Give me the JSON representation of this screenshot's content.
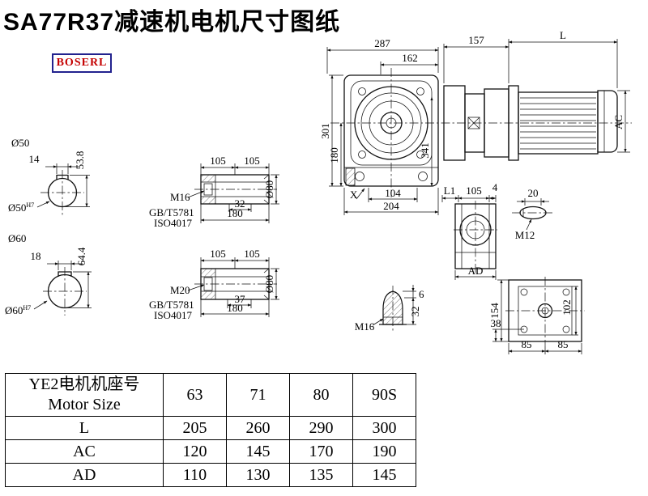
{
  "page": {
    "title": "SA77R37减速机电机尺寸图纸",
    "brand": "BOSERL"
  },
  "drawing": {
    "main": {
      "d287": "287",
      "d162": "162",
      "d157": "157",
      "dL": "L",
      "d301": "301",
      "d180": "180",
      "d341": "341",
      "dAC": "AC",
      "dX": "X",
      "d104": "104",
      "d204": "204"
    },
    "shaft50": {
      "label": "Ø50",
      "key_w": "14",
      "key_h": "53.8",
      "bore_base": "Ø50",
      "bore_tol": "H7"
    },
    "shaft60": {
      "label": "Ø60",
      "key_w": "18",
      "key_h": "64.4",
      "bore_base": "Ø60",
      "bore_tol": "H7"
    },
    "detail_m16": {
      "seg1": "105",
      "seg2": "105",
      "thread": "M16",
      "std1": "GB/T5781",
      "std2": "ISO4017",
      "bolt_len": "32",
      "total": "180",
      "dia": "Ø80"
    },
    "detail_m20": {
      "seg1": "105",
      "seg2": "105",
      "thread": "M20",
      "std1": "GB/T5781",
      "std2": "ISO4017",
      "bolt_len": "37",
      "total": "180",
      "dia": "Ø80"
    },
    "side_view": {
      "dL1": "L1",
      "d105": "105",
      "d4": "4",
      "dAD": "AD"
    },
    "pin": {
      "d20": "20",
      "thread": "M12"
    },
    "plug": {
      "d6": "6",
      "d32": "32",
      "thread": "M16"
    },
    "bottom_view": {
      "d154": "154",
      "d102": "102",
      "d38": "38",
      "d85a": "85",
      "d85b": "85"
    }
  },
  "table": {
    "header": {
      "line1": "YE2电机机座号",
      "line2": "Motor Size"
    },
    "sizes": [
      "63",
      "71",
      "80",
      "90S"
    ],
    "rows": [
      {
        "label": "L",
        "values": [
          "205",
          "260",
          "290",
          "300"
        ]
      },
      {
        "label": "AC",
        "values": [
          "120",
          "145",
          "170",
          "190"
        ]
      },
      {
        "label": "AD",
        "values": [
          "110",
          "130",
          "135",
          "145"
        ]
      }
    ]
  }
}
